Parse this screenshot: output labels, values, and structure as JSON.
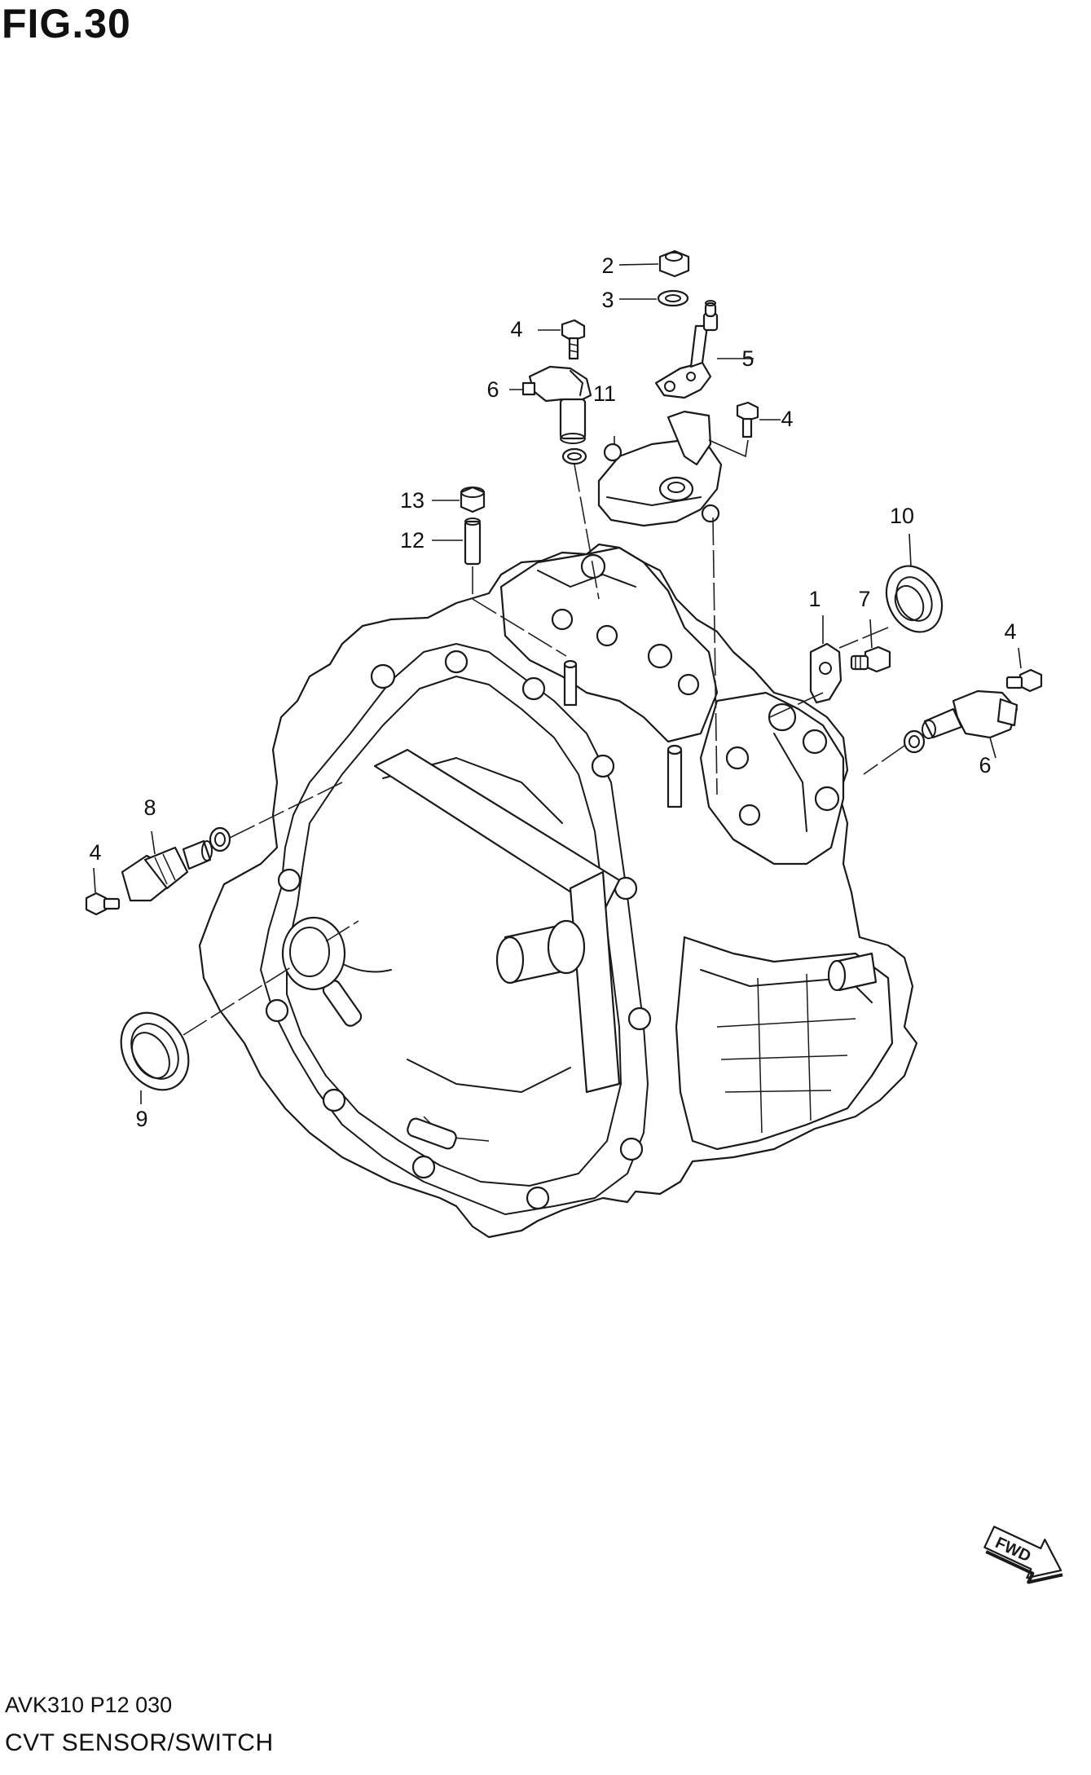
{
  "figure": {
    "title": "FIG.30",
    "code": "AVK310 P12 030",
    "caption": "CVT SENSOR/SWITCH"
  },
  "callouts": {
    "c2": "2",
    "c3": "3",
    "c4a": "4",
    "c5": "5",
    "c6a": "6",
    "c11": "11",
    "c4b": "4",
    "c13": "13",
    "c12": "12",
    "c10": "10",
    "c1": "1",
    "c7": "7",
    "c4c": "4",
    "c6b": "6",
    "c8": "8",
    "c4d": "4",
    "c9": "9"
  },
  "direction_marker": {
    "label": "FWD",
    "icon": "fwd-arrow-icon"
  }
}
